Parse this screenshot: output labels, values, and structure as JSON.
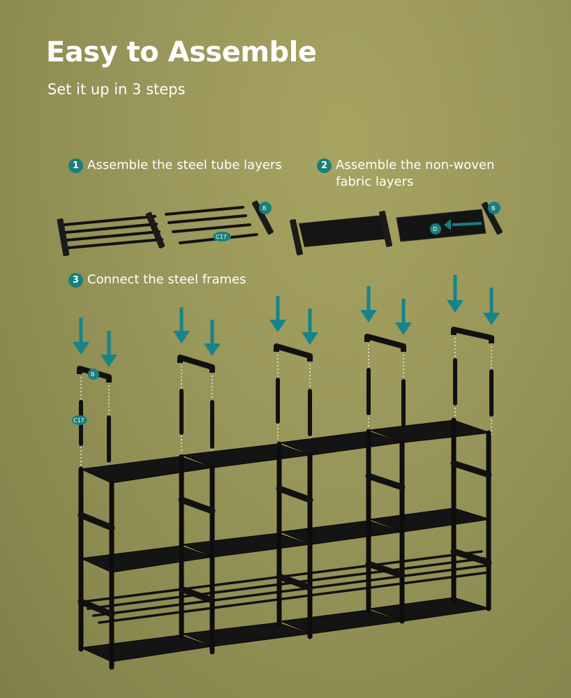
{
  "header": {
    "title": "Easy to Assemble",
    "subtitle": "Set it up in 3 steps"
  },
  "steps": [
    {
      "number": "1",
      "text": "Assemble the steel tube layers"
    },
    {
      "number": "2",
      "text": "Assemble the non-woven fabric layers"
    },
    {
      "number": "3",
      "text": "Connect the steel frames"
    }
  ],
  "part_labels": {
    "bracket": "B",
    "tube": "C17",
    "fabric": "D"
  },
  "colors": {
    "background": "#979559",
    "accent_teal": "#17807d",
    "arrow_teal": "#16848a",
    "frame": "#111111",
    "text": "#ffffff"
  }
}
